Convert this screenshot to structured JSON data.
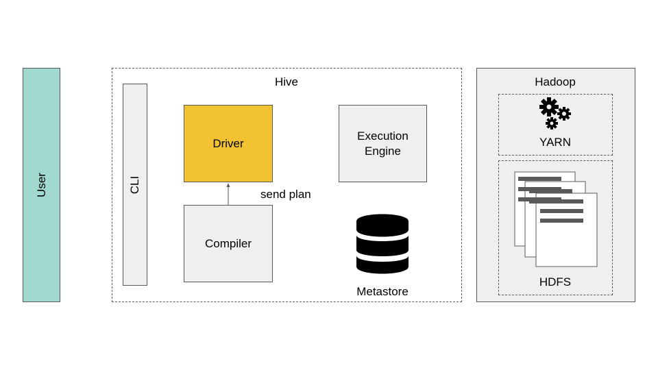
{
  "user": {
    "label": "User",
    "color": "#a2d9ce"
  },
  "hive": {
    "title": "Hive",
    "cli_label": "CLI",
    "driver": {
      "label": "Driver",
      "color": "#f1c232"
    },
    "compiler_label": "Compiler",
    "arrow_label": "send plan",
    "execution_engine": {
      "line1": "Execution",
      "line2": "Engine"
    },
    "metastore": {
      "label": "Metastore",
      "icon": "database-icon"
    }
  },
  "hadoop": {
    "title": "Hadoop",
    "yarn": {
      "label": "YARN",
      "icon": "gears-icon"
    },
    "hdfs": {
      "label": "HDFS",
      "icon": "documents-icon"
    }
  }
}
